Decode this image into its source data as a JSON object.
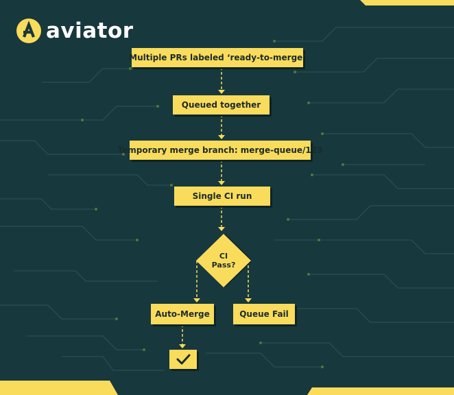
{
  "brand": {
    "name": "aviator"
  },
  "colors": {
    "background": "#17383d",
    "accent": "#f9dc5c",
    "connector": "#f9dc5c"
  },
  "flow": {
    "step1": "Multiple PRs labeled ‘ready-to-merge’",
    "step2": "Queued together",
    "step3": "Temporary merge branch: merge-queue/123",
    "step4": "Single CI run",
    "decision_line1": "CI",
    "decision_line2": "Pass?",
    "yes_outcome": "Auto-Merge",
    "no_outcome": "Queue Fail",
    "done_icon": "checkmark-icon"
  }
}
